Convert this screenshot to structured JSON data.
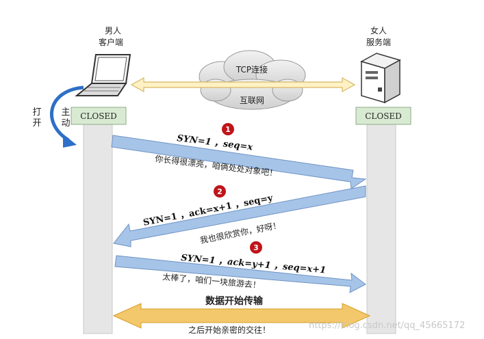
{
  "client": {
    "line1": "男人",
    "line2": "客户端"
  },
  "server": {
    "line1": "女人",
    "line2": "服务端"
  },
  "cloud": {
    "top_label": "TCP连接",
    "bottom_label": "互联网"
  },
  "client_state": "CLOSED",
  "server_state": "CLOSED",
  "active_open": [
    "主",
    "动",
    "打",
    "开"
  ],
  "steps": [
    {
      "number": "1",
      "label": "SYN=1 ，seq=x",
      "caption": "你长得很漂亮，咱俩处处对象吧！"
    },
    {
      "number": "2",
      "label": "SYN=1 ，ack=x+1 ，seq=y",
      "caption": "我也很欣赏你，好呀！"
    },
    {
      "number": "3",
      "label": "SYN=1 ，ack=y+1 ，seq=x+1",
      "caption": "太棒了，咱们一块旅游去！"
    }
  ],
  "data_transfer": {
    "label": "数据开始传输",
    "caption": "之后开始亲密的交往！"
  },
  "watermark": "https://blog.csdn.net/qq_45665172",
  "colors": {
    "lane": "#e6e6e6",
    "state_box": "#d9ead3",
    "msg_arrow": "#a6c4e8",
    "transfer_arrow": "#f3c76b",
    "badge": "#c0141a",
    "open_arrow": "#2e6fc7"
  }
}
